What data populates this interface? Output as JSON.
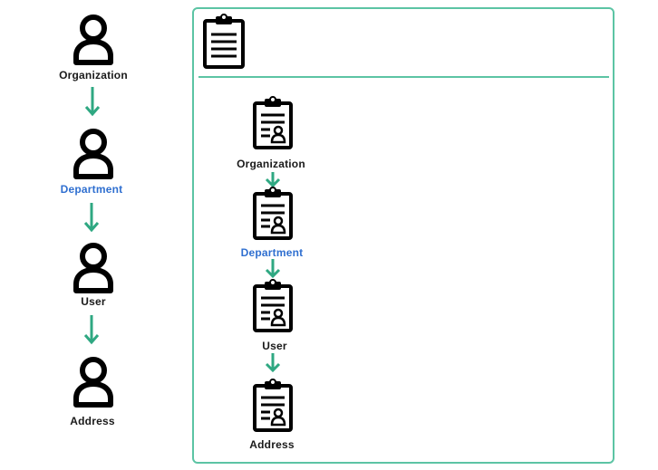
{
  "colors": {
    "arrow": "#2fa882",
    "panel_border": "#5cc4a4",
    "icon": "#000000",
    "label_dark": "#1a1a1a",
    "label_blue": "#2f6fd0"
  },
  "left_chain": {
    "nodes": [
      {
        "label": "Organization",
        "icon": "user-icon",
        "style": "dark"
      },
      {
        "label": "Department",
        "icon": "user-icon",
        "style": "blue"
      },
      {
        "label": "User",
        "icon": "user-icon",
        "style": "dark"
      },
      {
        "label": "Address",
        "icon": "user-icon",
        "style": "dark"
      }
    ]
  },
  "panel": {
    "header_icon": "clipboard-icon",
    "nodes": [
      {
        "label": "Organization",
        "icon": "clipboard-user-icon",
        "style": "dark"
      },
      {
        "label": "Department",
        "icon": "clipboard-user-icon",
        "style": "blue"
      },
      {
        "label": "User",
        "icon": "clipboard-user-icon",
        "style": "dark"
      },
      {
        "label": "Address",
        "icon": "clipboard-user-icon",
        "style": "dark"
      }
    ]
  }
}
